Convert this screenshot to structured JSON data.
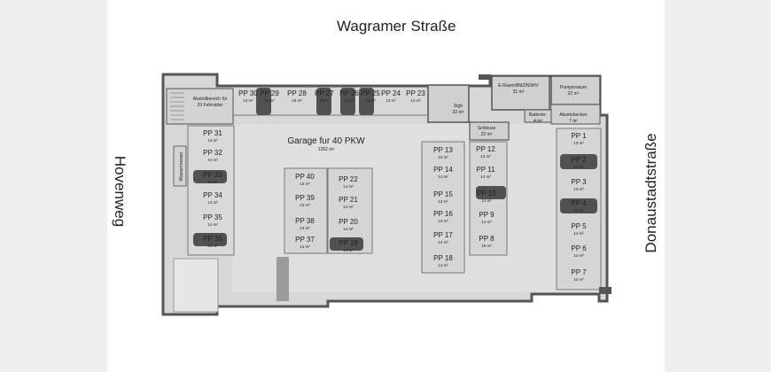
{
  "streets": {
    "top": "Wagramer Straße",
    "left": "Hovenweg",
    "right": "Donaustadtstraße"
  },
  "garage": {
    "title": "Garage fur 40 PKW",
    "area": "1262 m²"
  },
  "rooms": {
    "bike": {
      "line1": "Abstellbereich für",
      "line2": "20 Fahrräder"
    },
    "water": "Wassermesser",
    "stair": {
      "name": "Stgh",
      "area": "22 m²"
    },
    "lock": {
      "name": "Schleuse",
      "area": "22 m²"
    },
    "eraum": {
      "name": "E-Raum/BMZ/NSHV",
      "area": "31 m²"
    },
    "pump": {
      "name": "Pumpenraum",
      "area": "22 m²"
    },
    "battery": {
      "name": "Batterier.",
      "area": "4 m²"
    },
    "basin": {
      "name": "Absetzbecken",
      "area": "7 m²"
    }
  },
  "spaces": [
    {
      "id": "PP 30",
      "area": "14 m²"
    },
    {
      "id": "PP 29",
      "area": "14 m²"
    },
    {
      "id": "PP 28",
      "area": "18 m²"
    },
    {
      "id": "PP 27",
      "area": "18 m²"
    },
    {
      "id": "PP 26",
      "area": "13 m²"
    },
    {
      "id": "PP 25",
      "area": "13 m²"
    },
    {
      "id": "PP 24",
      "area": "13 m²"
    },
    {
      "id": "PP 23",
      "area": "14 m²"
    },
    {
      "id": "PP 31",
      "area": "14 m²"
    },
    {
      "id": "PP 32",
      "area": "14 m²"
    },
    {
      "id": "PP 33",
      "area": "13 m²"
    },
    {
      "id": "PP 34",
      "area": "13 m²"
    },
    {
      "id": "PP 35",
      "area": "14 m²"
    },
    {
      "id": "PP 36",
      "area": "14 m²"
    },
    {
      "id": "PP 40",
      "area": "13 m²"
    },
    {
      "id": "PP 39",
      "area": "13 m²"
    },
    {
      "id": "PP 38",
      "area": "13 m²"
    },
    {
      "id": "PP 37",
      "area": "13 m²"
    },
    {
      "id": "PP 22",
      "area": "14 m²"
    },
    {
      "id": "PP 21",
      "area": "14 m²"
    },
    {
      "id": "PP 20",
      "area": "14 m²"
    },
    {
      "id": "PP 19",
      "area": "14 m²"
    },
    {
      "id": "PP 13",
      "area": "13 m²"
    },
    {
      "id": "PP 14",
      "area": "14 m²"
    },
    {
      "id": "PP 15",
      "area": "13 m²"
    },
    {
      "id": "PP 16",
      "area": "13 m²"
    },
    {
      "id": "PP 17",
      "area": "13 m²"
    },
    {
      "id": "PP 18",
      "area": "14 m²"
    },
    {
      "id": "PP 12",
      "area": "13 m²"
    },
    {
      "id": "PP 11",
      "area": "14 m²"
    },
    {
      "id": "PP 10",
      "area": "14 m²"
    },
    {
      "id": "PP 9",
      "area": "14 m²"
    },
    {
      "id": "PP 8",
      "area": "18 m²"
    },
    {
      "id": "PP 1",
      "area": "13 m²"
    },
    {
      "id": "PP 2",
      "area": "13 m²"
    },
    {
      "id": "PP 3",
      "area": "13 m²"
    },
    {
      "id": "PP 4",
      "area": "13 m²"
    },
    {
      "id": "PP 5",
      "area": "14 m²"
    },
    {
      "id": "PP 6",
      "area": "14 m²"
    },
    {
      "id": "PP 7",
      "area": "14 m²"
    }
  ]
}
